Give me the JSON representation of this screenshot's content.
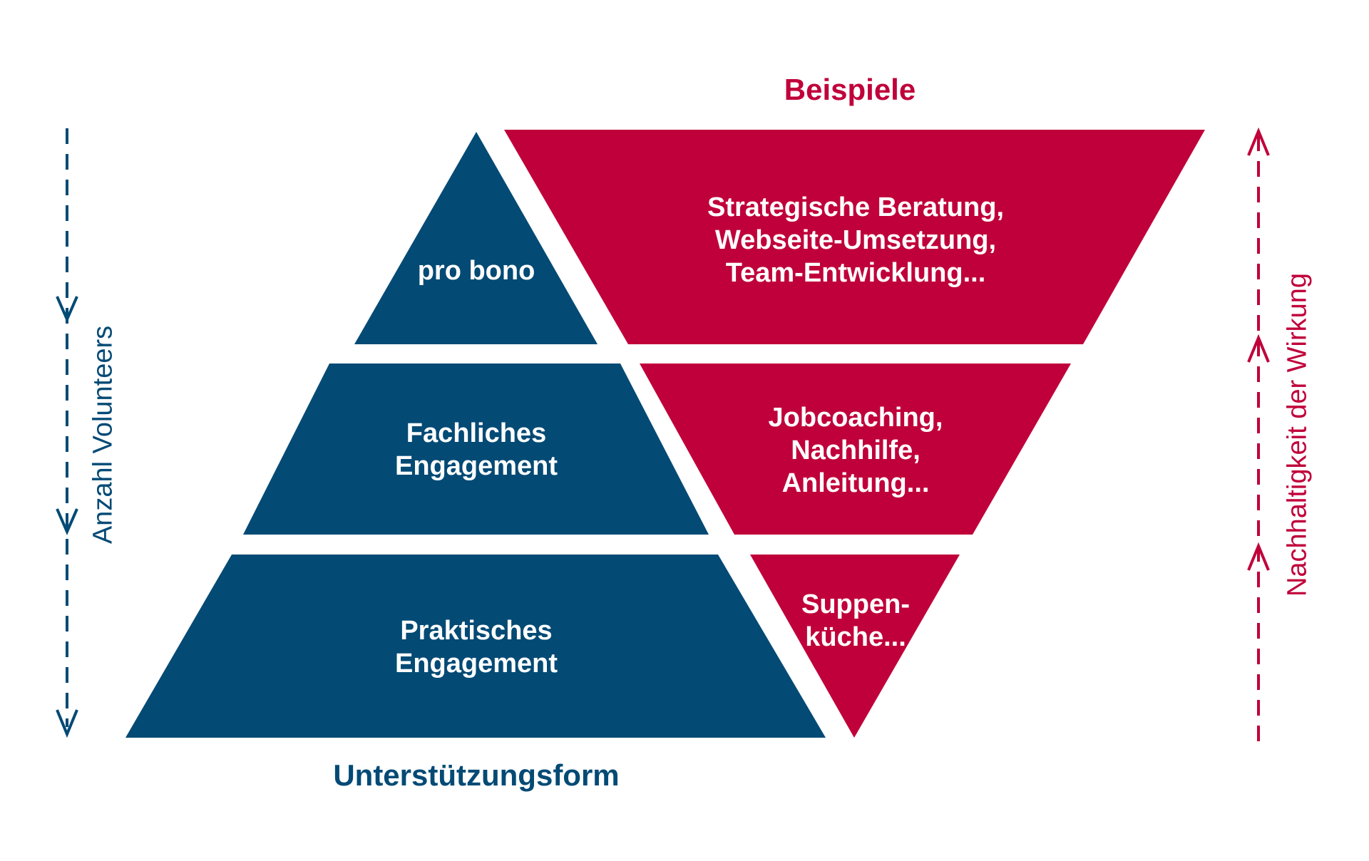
{
  "colors": {
    "blue": "#034a75",
    "red": "#c0003a",
    "background": "#ffffff"
  },
  "heading_examples": "Beispiele",
  "heading_support_form": "Unterstützungsform",
  "left_axis_label": "Anzahl Volunteers",
  "right_axis_label": "Nachhaltigkeit der Wirkung",
  "pyramid": [
    {
      "lines": [
        "pro bono"
      ]
    },
    {
      "lines": [
        "Fachliches",
        "Engagement"
      ]
    },
    {
      "lines": [
        "Praktisches",
        "Engagement"
      ]
    }
  ],
  "examples": [
    {
      "lines": [
        "Strategische Beratung,",
        "Webseite-Umsetzung,",
        "Team-Entwicklung..."
      ]
    },
    {
      "lines": [
        "Jobcoaching,",
        "Nachhilfe,",
        "Anleitung..."
      ]
    },
    {
      "lines": [
        "Suppen-",
        "küche..."
      ]
    }
  ]
}
